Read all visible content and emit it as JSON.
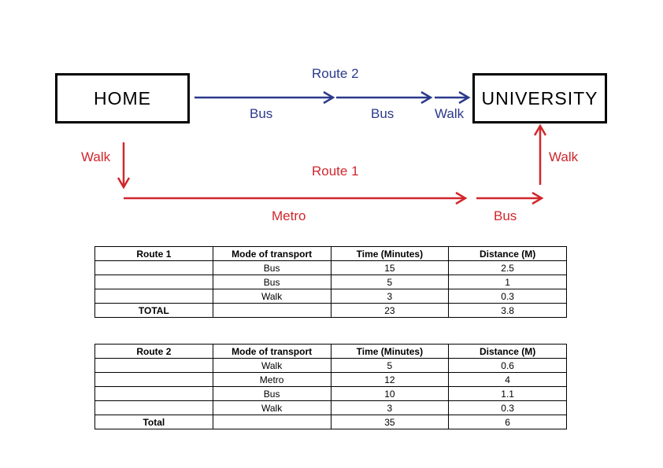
{
  "diagram": {
    "home_label": "HOME",
    "university_label": "UNIVERSITY",
    "route2_label": "Route 2",
    "route1_label": "Route 1",
    "route2_legs": [
      "Bus",
      "Bus",
      "Walk"
    ],
    "route1_walk_start": "Walk",
    "route1_metro": "Metro",
    "route1_bus": "Bus",
    "route1_walk_end": "Walk",
    "colors": {
      "route2": "#2b3a8c",
      "route1": "#d0262c"
    }
  },
  "table1": {
    "headers": [
      "Route 1",
      "Mode of transport",
      "Time (Minutes)",
      "Distance (M)"
    ],
    "rows": [
      [
        "",
        "Bus",
        "15",
        "2.5"
      ],
      [
        "",
        "Bus",
        "5",
        "1"
      ],
      [
        "",
        "Walk",
        "3",
        "0.3"
      ],
      [
        "TOTAL",
        "",
        "23",
        "3.8"
      ]
    ]
  },
  "table2": {
    "headers": [
      "Route 2",
      "Mode of transport",
      "Time (Minutes)",
      "Distance (M)"
    ],
    "rows": [
      [
        "",
        "Walk",
        "5",
        "0.6"
      ],
      [
        "",
        "Metro",
        "12",
        "4"
      ],
      [
        "",
        "Bus",
        "10",
        "1.1"
      ],
      [
        "",
        "Walk",
        "3",
        "0.3"
      ],
      [
        "Total",
        "",
        "35",
        "6"
      ]
    ]
  }
}
